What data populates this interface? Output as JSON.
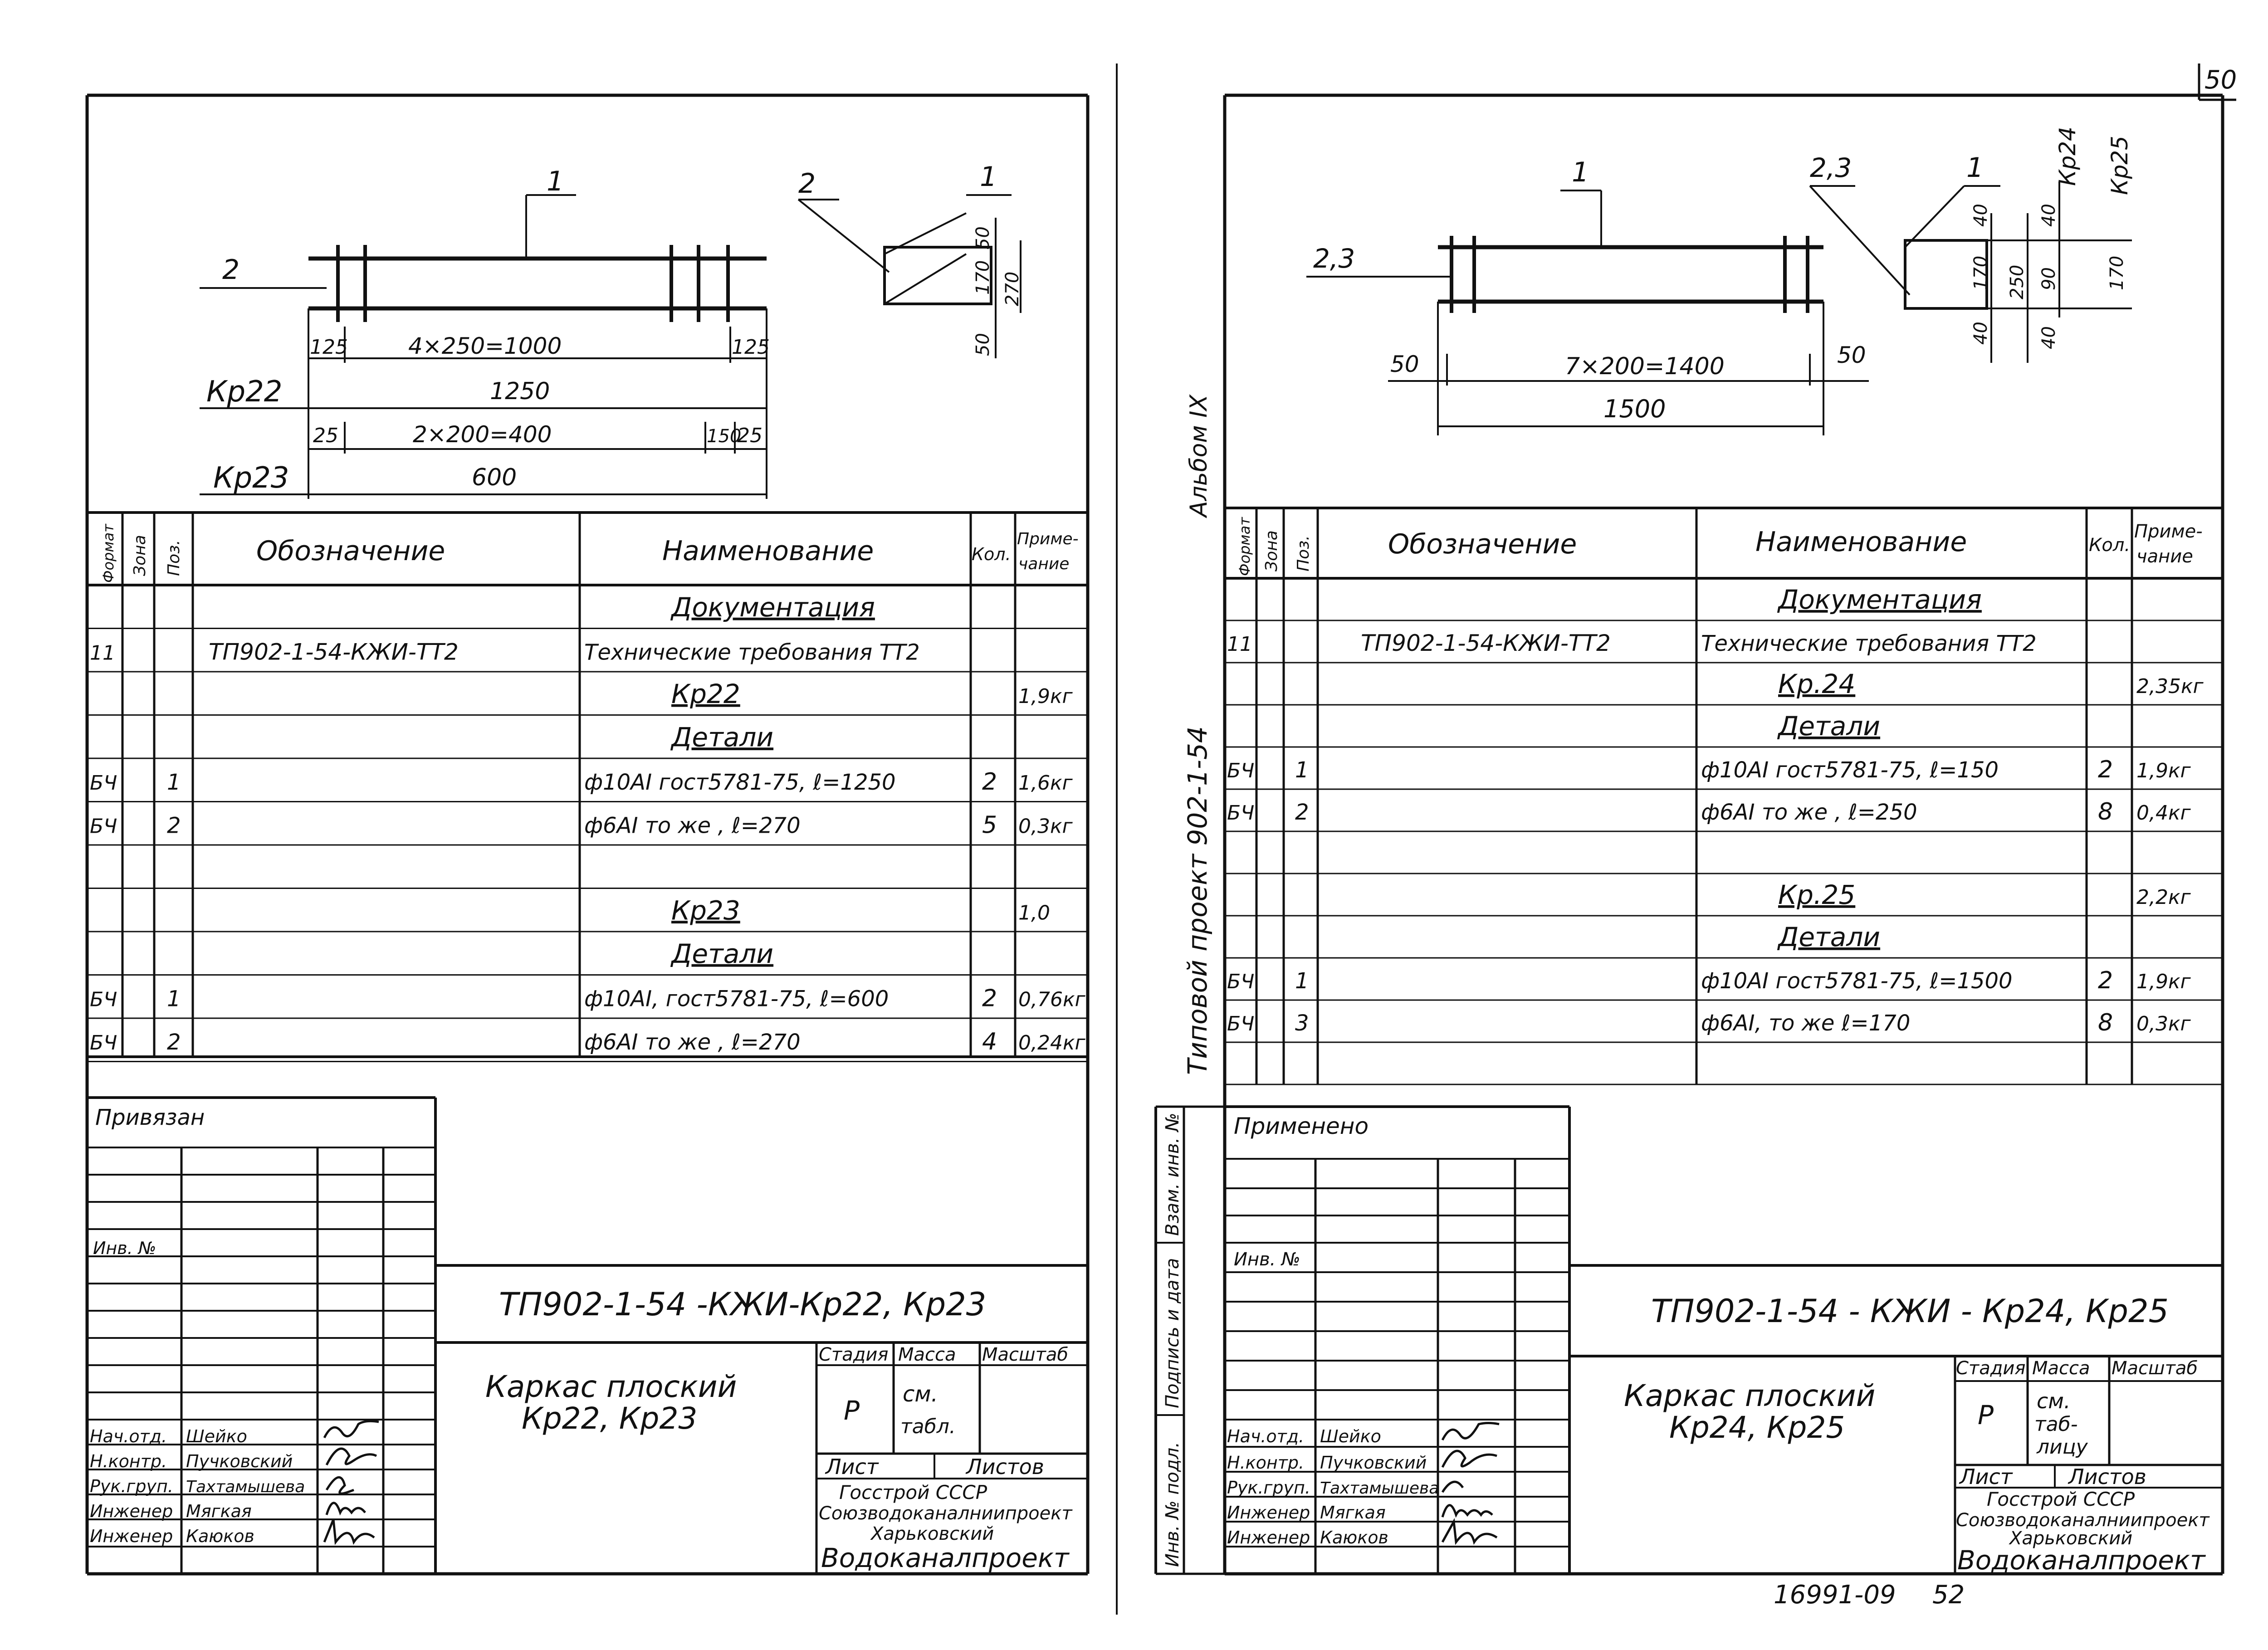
{
  "page_number": "50",
  "album_label": "Альбом IX",
  "project_label": "Типовой проект 902-1-54",
  "table_headers": {
    "format": "Формат",
    "zone": "Зона",
    "pos": "Поз.",
    "designation": "Обозначение",
    "name": "Наименование",
    "qty": "Кол.",
    "note": "Приме-чание"
  },
  "left": {
    "drawing": {
      "callout_1": "1",
      "callout_2": "2",
      "callout_2b": "2",
      "kr22": "Кр22",
      "kr23": "Кр23",
      "d125a": "125",
      "d4x250": "4×250=1000",
      "d125b": "125",
      "d1250": "1250",
      "d25a": "25",
      "d2x200": "2×200=400",
      "d150": "150",
      "d25b": "25",
      "d600": "600",
      "s1": "1",
      "s50a": "50",
      "s170": "170",
      "s270": "270",
      "s50b": "50"
    },
    "rows": [
      {
        "fmt": "",
        "zone": "",
        "pos": "",
        "designation": "",
        "name": "Документация",
        "qty": "",
        "note": "",
        "heading": true
      },
      {
        "fmt": "11",
        "zone": "",
        "pos": "",
        "designation": "ТП902-1-54-КЖИ-ТТ2",
        "name": "Технические требования ТТ2",
        "qty": "",
        "note": "",
        "heading": false
      },
      {
        "fmt": "",
        "zone": "",
        "pos": "",
        "designation": "",
        "name": "Кр22",
        "qty": "",
        "note": "1,9кг",
        "heading": true
      },
      {
        "fmt": "",
        "zone": "",
        "pos": "",
        "designation": "",
        "name": "Детали",
        "qty": "",
        "note": "",
        "heading": true
      },
      {
        "fmt": "БЧ",
        "zone": "",
        "pos": "1",
        "designation": "",
        "name": "ф10АI гост5781-75, ℓ=1250",
        "qty": "2",
        "note": "1,6кг",
        "heading": false
      },
      {
        "fmt": "БЧ",
        "zone": "",
        "pos": "2",
        "designation": "",
        "name": "ф6АI   то же , ℓ=270",
        "qty": "5",
        "note": "0,3кг",
        "heading": false
      },
      {
        "fmt": "",
        "zone": "",
        "pos": "",
        "designation": "",
        "name": "",
        "qty": "",
        "note": "",
        "heading": false
      },
      {
        "fmt": "",
        "zone": "",
        "pos": "",
        "designation": "",
        "name": "Кр23",
        "qty": "",
        "note": "1,0",
        "heading": true
      },
      {
        "fmt": "",
        "zone": "",
        "pos": "",
        "designation": "",
        "name": "Детали",
        "qty": "",
        "note": "",
        "heading": true
      },
      {
        "fmt": "БЧ",
        "zone": "",
        "pos": "1",
        "designation": "",
        "name": "ф10АI, гост5781-75, ℓ=600",
        "qty": "2",
        "note": "0,76кг",
        "heading": false
      },
      {
        "fmt": "БЧ",
        "zone": "",
        "pos": "2",
        "designation": "",
        "name": "ф6АI   то же , ℓ=270",
        "qty": "4",
        "note": "0,24кг",
        "heading": false
      }
    ],
    "stamp": {
      "bound_label": "Привязан",
      "inv_label": "Инв. №",
      "code": "ТП902-1-54 -КЖИ-Кр22, Кр23",
      "title_line1": "Каркас плоский",
      "title_line2": "Кр22, Кр23",
      "stage_label": "Стадия",
      "mass_label": "Масса",
      "scale_label": "Масштаб",
      "stage": "Р",
      "mass": "см. табл.",
      "sheet_label": "Лист",
      "sheets_label": "Листов",
      "org1": "Госстрой СССР",
      "org2": "Союзводоканалниипроект",
      "org3": "Харьковский",
      "org4": "Водоканалпроект",
      "people": [
        {
          "role": "Нач.отд.",
          "name": "Шейко"
        },
        {
          "role": "Н.контр.",
          "name": "Пучковский"
        },
        {
          "role": "Рук.груп.",
          "name": "Тахтамышева"
        },
        {
          "role": "Инженер",
          "name": "Мягкая"
        },
        {
          "role": "Инженер",
          "name": "Каюков"
        }
      ]
    }
  },
  "right": {
    "drawing": {
      "callout_1": "1",
      "callout_23a": "2,3",
      "callout_23b": "2,3",
      "d50a": "50",
      "d7x200": "7×200=1400",
      "d50b": "50",
      "d1500": "1500",
      "kr24": "Кр24",
      "kr25": "Кр25",
      "s40a": "40",
      "s170a": "170",
      "s40b": "40",
      "s250": "250",
      "s40c": "40",
      "s90": "90",
      "s40d": "40",
      "s170b": "170"
    },
    "rows": [
      {
        "fmt": "",
        "zone": "",
        "pos": "",
        "designation": "",
        "name": "Документация",
        "qty": "",
        "note": "",
        "heading": true
      },
      {
        "fmt": "11",
        "zone": "",
        "pos": "",
        "designation": "ТП902-1-54-КЖИ-ТТ2",
        "name": "Технические требования ТТ2",
        "qty": "",
        "note": "",
        "heading": false
      },
      {
        "fmt": "",
        "zone": "",
        "pos": "",
        "designation": "",
        "name": "Кр.24",
        "qty": "",
        "note": "2,35кг",
        "heading": true
      },
      {
        "fmt": "",
        "zone": "",
        "pos": "",
        "designation": "",
        "name": "Детали",
        "qty": "",
        "note": "",
        "heading": true
      },
      {
        "fmt": "БЧ",
        "zone": "",
        "pos": "1",
        "designation": "",
        "name": "ф10АI гост5781-75, ℓ=150",
        "qty": "2",
        "note": "1,9кг",
        "heading": false
      },
      {
        "fmt": "БЧ",
        "zone": "",
        "pos": "2",
        "designation": "",
        "name": "ф6АI   то же , ℓ=250",
        "qty": "8",
        "note": "0,4кг",
        "heading": false
      },
      {
        "fmt": "",
        "zone": "",
        "pos": "",
        "designation": "",
        "name": "",
        "qty": "",
        "note": "",
        "heading": false
      },
      {
        "fmt": "",
        "zone": "",
        "pos": "",
        "designation": "",
        "name": "Кр.25",
        "qty": "",
        "note": "2,2кг",
        "heading": true
      },
      {
        "fmt": "",
        "zone": "",
        "pos": "",
        "designation": "",
        "name": "Детали",
        "qty": "",
        "note": "",
        "heading": true
      },
      {
        "fmt": "БЧ",
        "zone": "",
        "pos": "1",
        "designation": "",
        "name": "ф10АI гост5781-75, ℓ=1500",
        "qty": "2",
        "note": "1,9кг",
        "heading": false
      },
      {
        "fmt": "БЧ",
        "zone": "",
        "pos": "3",
        "designation": "",
        "name": "ф6АI,  то же   ℓ=170",
        "qty": "8",
        "note": "0,3кг",
        "heading": false
      },
      {
        "fmt": "",
        "zone": "",
        "pos": "",
        "designation": "",
        "name": "",
        "qty": "",
        "note": "",
        "heading": false
      }
    ],
    "side_labels": {
      "inv_orig": "Инв. № подл.",
      "sign_date": "Подпись и дата",
      "inv_swap": "Взам. инв. №"
    },
    "stamp": {
      "applied_label": "Применено",
      "inv_label": "Инв. №",
      "code": "ТП902-1-54 - КЖИ - Кр24, Кр25",
      "title_line1": "Каркас плоский",
      "title_line2": "Кр24, Кр25",
      "stage_label": "Стадия",
      "mass_label": "Масса",
      "scale_label": "Масштаб",
      "stage": "Р",
      "mass": "см. таб- лицу",
      "sheet_label": "Лист",
      "sheets_label": "Листов",
      "org1": "Госстрой СССР",
      "org2": "Союзводоканалниипроект",
      "org3": "Харьковский",
      "org4": "Водоканалпроект",
      "people": [
        {
          "role": "Нач.отд.",
          "name": "Шейко"
        },
        {
          "role": "Н.контр.",
          "name": "Пучковский"
        },
        {
          "role": "Рук.груп.",
          "name": "Тахтамышева"
        },
        {
          "role": "Инженер",
          "name": "Мягкая"
        },
        {
          "role": "Инженер",
          "name": "Каюков"
        }
      ]
    }
  },
  "footer_code": "16991-09",
  "footer_page": "52"
}
